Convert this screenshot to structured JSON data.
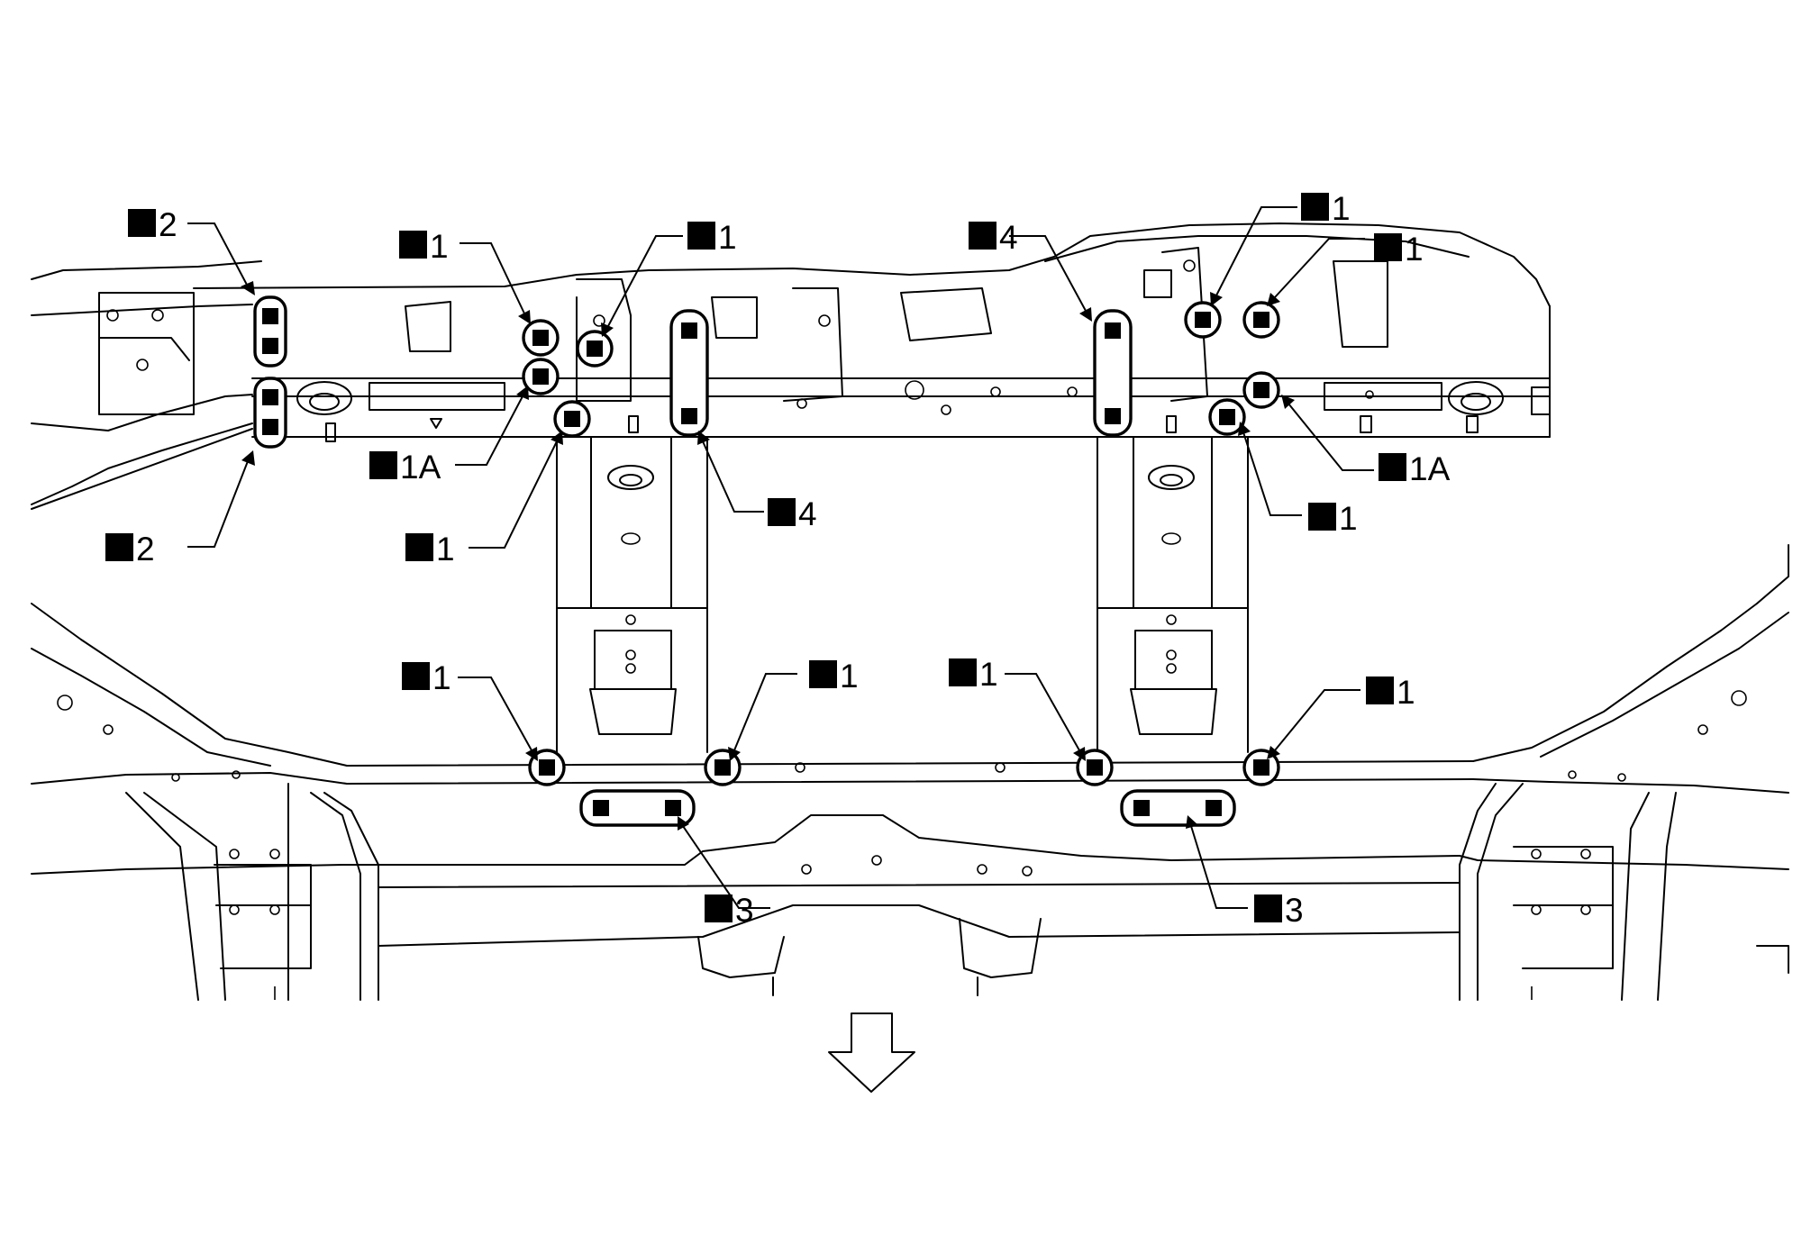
{
  "colors": {
    "ink": "#000000",
    "background": "#ffffff"
  },
  "labels": [
    {
      "id": "l2a",
      "text": "2"
    },
    {
      "id": "l2b",
      "text": "2"
    },
    {
      "id": "l1a",
      "text": "1"
    },
    {
      "id": "l1b",
      "text": "1"
    },
    {
      "id": "l1Aa",
      "text": "1A"
    },
    {
      "id": "l1c",
      "text": "1"
    },
    {
      "id": "l4a",
      "text": "4"
    },
    {
      "id": "l4b",
      "text": "4"
    },
    {
      "id": "l1d",
      "text": "1"
    },
    {
      "id": "l1e",
      "text": "1"
    },
    {
      "id": "l1Ab",
      "text": "1A"
    },
    {
      "id": "l1f",
      "text": "1"
    },
    {
      "id": "l1g",
      "text": "1"
    },
    {
      "id": "l1h",
      "text": "1"
    },
    {
      "id": "l1i",
      "text": "1"
    },
    {
      "id": "l1j",
      "text": "1"
    },
    {
      "id": "l3a",
      "text": "3"
    },
    {
      "id": "l3b",
      "text": "3"
    }
  ],
  "direction_icon": "front-direction-arrow-icon"
}
